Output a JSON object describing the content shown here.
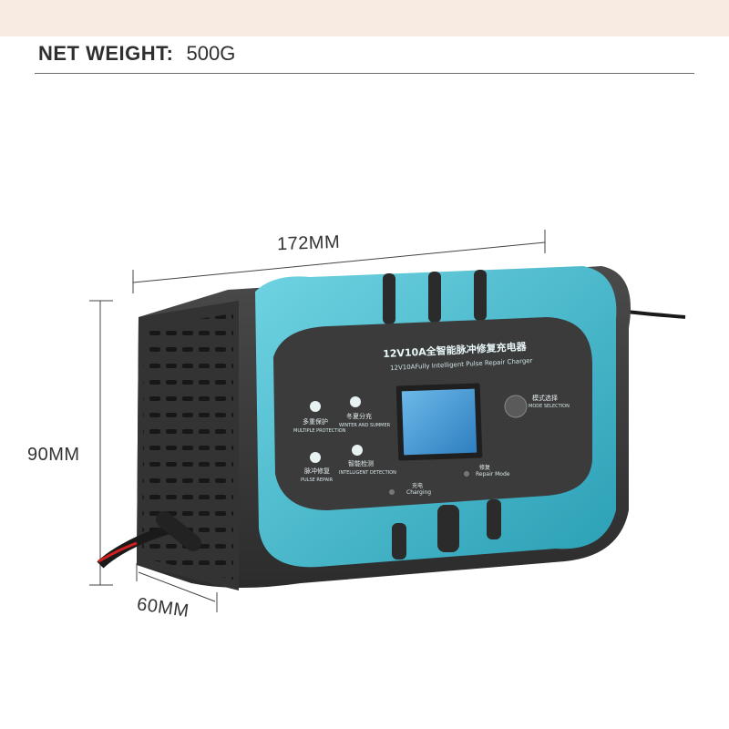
{
  "header": {
    "weight_label": "NET WEIGHT:",
    "weight_value": "500G"
  },
  "dimensions": {
    "length": "172MM",
    "height": "90MM",
    "depth": "60MM"
  },
  "panel": {
    "title": "12V10A全智能脉冲修复充电器",
    "subtitle": "12V10AFully Intelligent Pulse Repair Charger",
    "features": [
      {
        "cn": "多重保护",
        "en": "MULTIPLE PROTECTION"
      },
      {
        "cn": "冬夏分充",
        "en": "WINTER AND SUMMER"
      },
      {
        "cn": "脉冲修复",
        "en": "PULSE REPAIR"
      },
      {
        "cn": "智能检测",
        "en": "INTELLIGENT DETECTION"
      }
    ],
    "mode_cn": "模式选择",
    "mode_en": "MODE SELECTION",
    "charging_cn": "充电",
    "charging_en": "Charging",
    "repair_cn": "修复",
    "repair_en": "Repair Mode"
  },
  "colors": {
    "accent": "#3fb8cc",
    "body": "#3a3a3a",
    "screen": "#4a9fd6"
  }
}
